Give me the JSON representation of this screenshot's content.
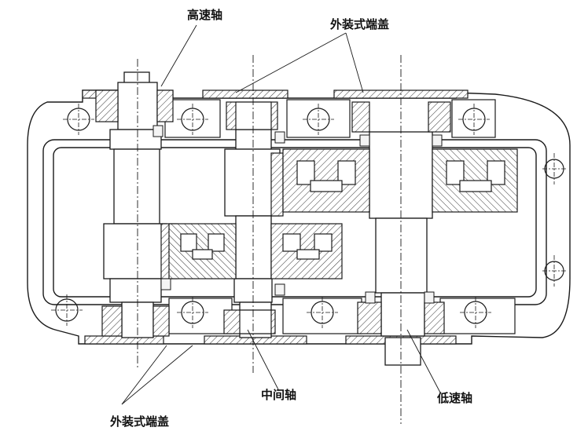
{
  "labels": {
    "high_speed_shaft": "高速轴",
    "outer_cap_top": "外装式端盖",
    "middle_shaft": "中间轴",
    "low_speed_shaft": "低速轴",
    "outer_cap_bottom": "外装式端盖"
  },
  "colors": {
    "line": "#1a1a1a",
    "hatch": "#333333",
    "background": "#ffffff",
    "bearing_fill": "#f4f4f4"
  }
}
